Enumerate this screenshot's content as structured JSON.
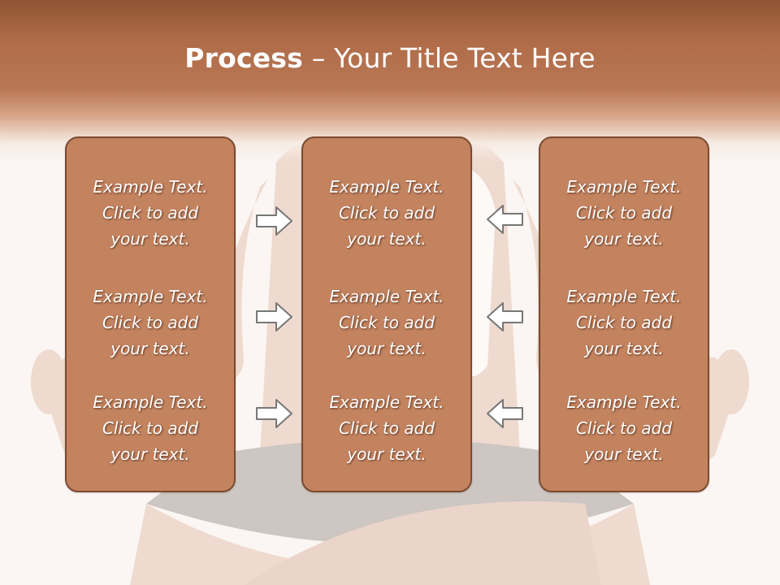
{
  "title": {
    "bold": "Process",
    "dash": " – ",
    "rest": "Your Title Text Here"
  },
  "columns": [
    {
      "blocks": [
        {
          "line1": "Example Text.",
          "line2": "Click  to add",
          "line3": "your text."
        },
        {
          "line1": "Example Text.",
          "line2": "Click  to add",
          "line3": "your text."
        },
        {
          "line1": "Example Text.",
          "line2": "Click  to add",
          "line3": "your text."
        }
      ]
    },
    {
      "blocks": [
        {
          "line1": "Example Text.",
          "line2": "Click  to add",
          "line3": "your text."
        },
        {
          "line1": "Example Text.",
          "line2": "Click  to add",
          "line3": "your text."
        },
        {
          "line1": "Example Text.",
          "line2": "Click  to add",
          "line3": "your text."
        }
      ]
    },
    {
      "blocks": [
        {
          "line1": "Example Text.",
          "line2": "Click  to add",
          "line3": "your text."
        },
        {
          "line1": "Example Text.",
          "line2": "Click  to add",
          "line3": "your text."
        },
        {
          "line1": "Example Text.",
          "line2": "Click  to add",
          "line3": "your text."
        }
      ]
    }
  ],
  "arrows": {
    "left_group": "arrow-right-icon",
    "right_group": "arrow-left-icon"
  },
  "colors": {
    "header": "#b06c48",
    "box_fill": "#c4835f",
    "box_border": "#7a4a30",
    "arrow_stroke": "#777777"
  }
}
